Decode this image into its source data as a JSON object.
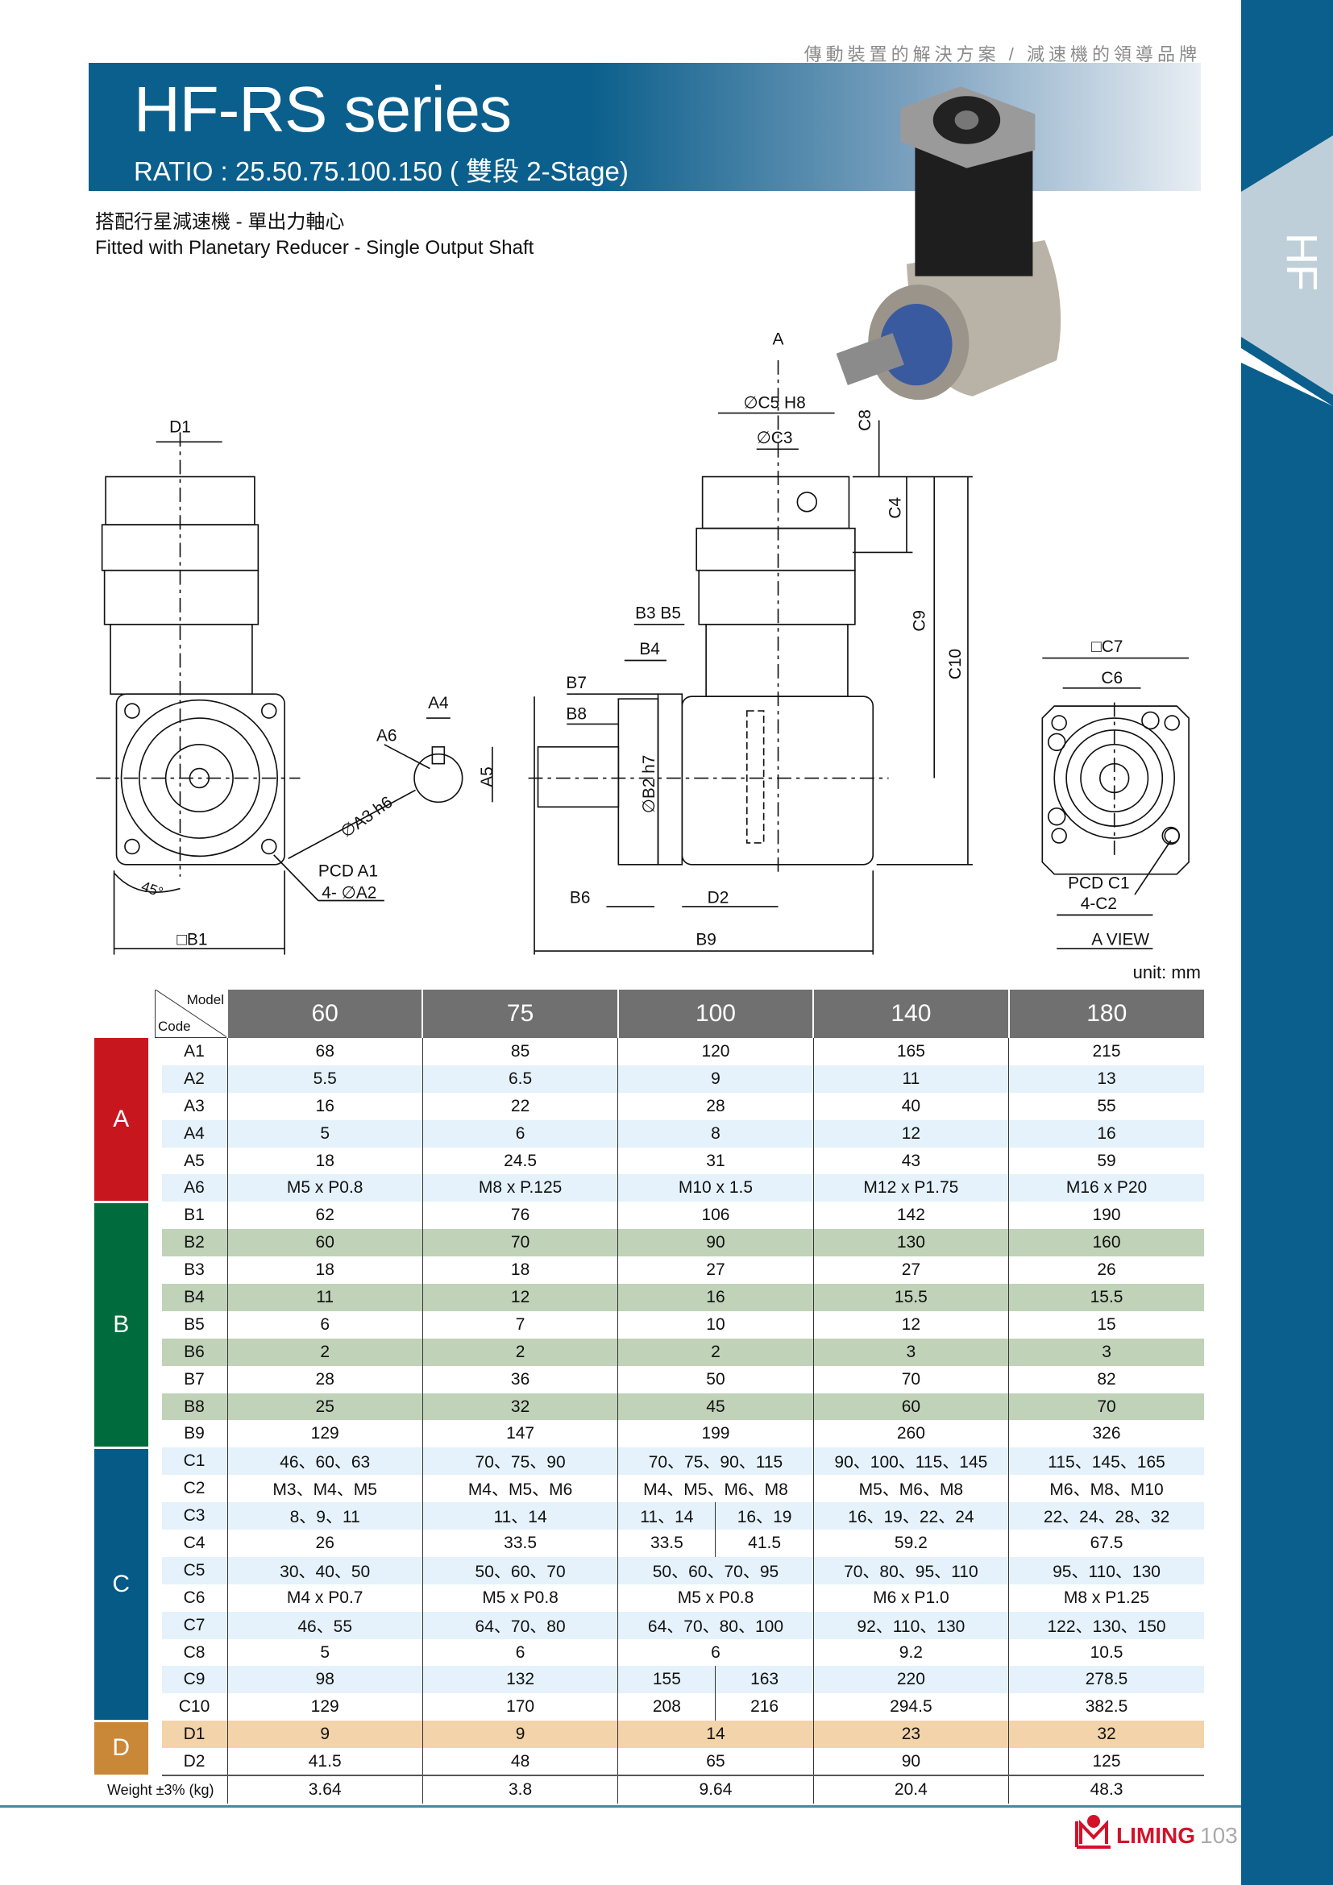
{
  "header": {
    "tagline": "傳動裝置的解決方案 / 減速機的領導品牌",
    "title": "HF-RS series",
    "ratio": "RATIO : 25.50.75.100.150 ( 雙段 2-Stage)",
    "subtitle_zh": "搭配行星減速機 - 單出力軸心",
    "subtitle_en": "Fitted with Planetary Reducer - Single Output Shaft",
    "side_tab": "HF"
  },
  "drawing": {
    "D1": "D1",
    "B1": "□B1",
    "PCD_A1": "PCD A1",
    "A2": "4- ∅A2",
    "angle": "45°",
    "A4": "A4",
    "A6": "A6",
    "A5": "A5",
    "A3": "∅A3 h6",
    "A": "A",
    "C5": "∅C5 H8",
    "C3": "∅C3",
    "C8": "C8",
    "C4": "C4",
    "C9": "C9",
    "C10": "C10",
    "B3B5": "B3 B5",
    "B4": "B4",
    "B7": "B7",
    "B8": "B8",
    "B2": "∅B2 h7",
    "B6": "B6",
    "D2": "D2",
    "B9": "B9",
    "C7": "□C7",
    "C6": "C6",
    "PCD_C1": "PCD C1",
    "C2": "4-C2",
    "aview": "A VIEW"
  },
  "unit": "unit: mm",
  "table": {
    "corner_model": "Model",
    "corner_code": "Code",
    "models": [
      "60",
      "75",
      "100",
      "140",
      "180"
    ],
    "groups": [
      {
        "letter": "A",
        "color": "#c8161e",
        "rows": [
          {
            "code": "A1",
            "values": [
              "68",
              "85",
              "120",
              "165",
              "215"
            ]
          },
          {
            "code": "A2",
            "values": [
              "5.5",
              "6.5",
              "9",
              "11",
              "13"
            ]
          },
          {
            "code": "A3",
            "values": [
              "16",
              "22",
              "28",
              "40",
              "55"
            ]
          },
          {
            "code": "A4",
            "values": [
              "5",
              "6",
              "8",
              "12",
              "16"
            ]
          },
          {
            "code": "A5",
            "values": [
              "18",
              "24.5",
              "31",
              "43",
              "59"
            ]
          },
          {
            "code": "A6",
            "values": [
              "M5 x P0.8",
              "M8 x P.125",
              "M10 x 1.5",
              "M12 x P1.75",
              "M16 x P20"
            ]
          }
        ]
      },
      {
        "letter": "B",
        "color": "#006b3c",
        "rows": [
          {
            "code": "B1",
            "values": [
              "62",
              "76",
              "106",
              "142",
              "190"
            ]
          },
          {
            "code": "B2",
            "values": [
              "60",
              "70",
              "90",
              "130",
              "160"
            ]
          },
          {
            "code": "B3",
            "values": [
              "18",
              "18",
              "27",
              "27",
              "26"
            ]
          },
          {
            "code": "B4",
            "values": [
              "11",
              "12",
              "16",
              "15.5",
              "15.5"
            ]
          },
          {
            "code": "B5",
            "values": [
              "6",
              "7",
              "10",
              "12",
              "15"
            ]
          },
          {
            "code": "B6",
            "values": [
              "2",
              "2",
              "2",
              "3",
              "3"
            ]
          },
          {
            "code": "B7",
            "values": [
              "28",
              "36",
              "50",
              "70",
              "82"
            ]
          },
          {
            "code": "B8",
            "values": [
              "25",
              "32",
              "45",
              "60",
              "70"
            ]
          },
          {
            "code": "B9",
            "values": [
              "129",
              "147",
              "199",
              "260",
              "326"
            ]
          }
        ]
      },
      {
        "letter": "C",
        "color": "#065a86",
        "rows": [
          {
            "code": "C1",
            "values": [
              "46、60、63",
              "70、75、90",
              "70、75、90、115",
              "90、100、115、145",
              "115、145、165"
            ]
          },
          {
            "code": "C2",
            "values": [
              "M3、M4、M5",
              "M4、M5、M6",
              "M4、M5、M6、M8",
              "M5、M6、M8",
              "M6、M8、M10"
            ]
          },
          {
            "code": "C3",
            "values": [
              "8、9、11",
              "11、14",
              [
                "11、14",
                "16、19"
              ],
              "16、19、22、24",
              "22、24、28、32"
            ]
          },
          {
            "code": "C4",
            "values": [
              "26",
              "33.5",
              [
                "33.5",
                "41.5"
              ],
              "59.2",
              "67.5"
            ]
          },
          {
            "code": "C5",
            "values": [
              "30、40、50",
              "50、60、70",
              "50、60、70、95",
              "70、80、95、110",
              "95、110、130"
            ]
          },
          {
            "code": "C6",
            "values": [
              "M4 x P0.7",
              "M5 x P0.8",
              "M5 x P0.8",
              "M6 x P1.0",
              "M8 x P1.25"
            ]
          },
          {
            "code": "C7",
            "values": [
              "46、55",
              "64、70、80",
              "64、70、80、100",
              "92、110、130",
              "122、130、150"
            ]
          },
          {
            "code": "C8",
            "values": [
              "5",
              "6",
              "6",
              "9.2",
              "10.5"
            ]
          },
          {
            "code": "C9",
            "values": [
              "98",
              "132",
              [
                "155",
                "163"
              ],
              "220",
              "278.5"
            ]
          },
          {
            "code": "C10",
            "values": [
              "129",
              "170",
              [
                "208",
                "216"
              ],
              "294.5",
              "382.5"
            ]
          }
        ]
      },
      {
        "letter": "D",
        "color": "#c88838",
        "rows": [
          {
            "code": "D1",
            "values": [
              "9",
              "9",
              "14",
              "23",
              "32"
            ]
          },
          {
            "code": "D2",
            "values": [
              "41.5",
              "48",
              "65",
              "90",
              "125"
            ]
          }
        ]
      }
    ],
    "weight": {
      "label": "Weight ±3% (kg)",
      "values": [
        "3.64",
        "3.8",
        "9.64",
        "20.4",
        "48.3"
      ]
    }
  },
  "footer": {
    "brand": "LIMING",
    "page": "103"
  }
}
